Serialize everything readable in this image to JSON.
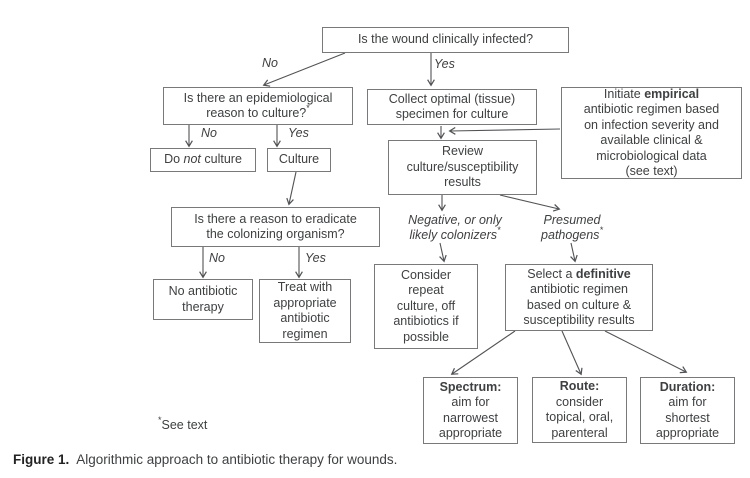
{
  "figure": {
    "caption_label": "Figure 1.",
    "caption_text": "Algorithmic approach to antibiotic therapy for wounds.",
    "footnote_star": "*",
    "footnote_text": "See text"
  },
  "colors": {
    "background": "#ffffff",
    "box_border": "#77797b",
    "text": "#3e4042",
    "arrow": "#515356"
  },
  "nodes": {
    "infected": {
      "text": "Is the wound clinically infected?"
    },
    "epidemiological": {
      "text": "Is there an epidemiological\nreason to culture?",
      "ast": "*"
    },
    "do_not_culture": {
      "pre": "Do ",
      "italic": "not",
      "post": " culture"
    },
    "culture": {
      "text": "Culture"
    },
    "collect": {
      "text": "Collect optimal (tissue)\nspecimen for culture"
    },
    "empirical": {
      "pre": "Initiate ",
      "bold": "empirical",
      "post": "\nantibiotic regimen based\non infection severity and\navailable clinical &\nmicrobiological data\n(see text)"
    },
    "review": {
      "text": "Review\nculture/susceptibility\nresults"
    },
    "eradicate": {
      "text": "Is there a reason to eradicate\nthe colonizing organism?"
    },
    "no_antibiotic": {
      "text": "No antibiotic\ntherapy"
    },
    "treat": {
      "text": "Treat with\nappropriate\nantibiotic\nregimen"
    },
    "consider_repeat": {
      "text": "Consider\nrepeat\nculture, off\nantibiotics if\npossible"
    },
    "select_definitive": {
      "pre": "Select a ",
      "bold": "definitive",
      "post": "\nantibiotic regimen\nbased on culture &\nsusceptibility results"
    },
    "spectrum": {
      "bold": "Spectrum:",
      "rest": "\naim for\nnarrowest\nappropriate"
    },
    "route": {
      "bold": "Route:",
      "rest": "\nconsider\ntopical, oral,\nparenteral"
    },
    "duration": {
      "bold": "Duration:",
      "rest": "\naim for\nshortest\nappropriate"
    }
  },
  "labels": {
    "yes_top": "Yes",
    "no_top": "No",
    "no_epi": "No",
    "yes_epi": "Yes",
    "no_eradicate": "No",
    "yes_eradicate": "Yes",
    "colonizers_text": "Negative, or only\nlikely colonizers",
    "colonizers_ast": "*",
    "pathogens_text": "Presumed\npathogens",
    "pathogens_ast": "*"
  }
}
